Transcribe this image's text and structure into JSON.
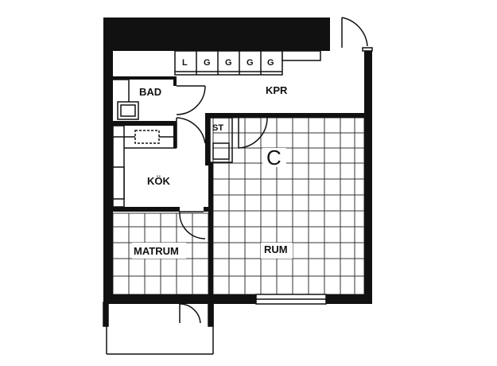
{
  "rooms": {
    "bad": "BAD",
    "kpr": "KPR",
    "st": "ST",
    "kok": "KÖK",
    "matrum": "MATRUM",
    "rum": "RUM"
  },
  "wardrobe_labels": [
    "L",
    "G",
    "G",
    "G",
    "G"
  ],
  "chimney_symbol": "C",
  "colors": {
    "wall": "#111111",
    "line": "#222222",
    "background": "#ffffff"
  }
}
